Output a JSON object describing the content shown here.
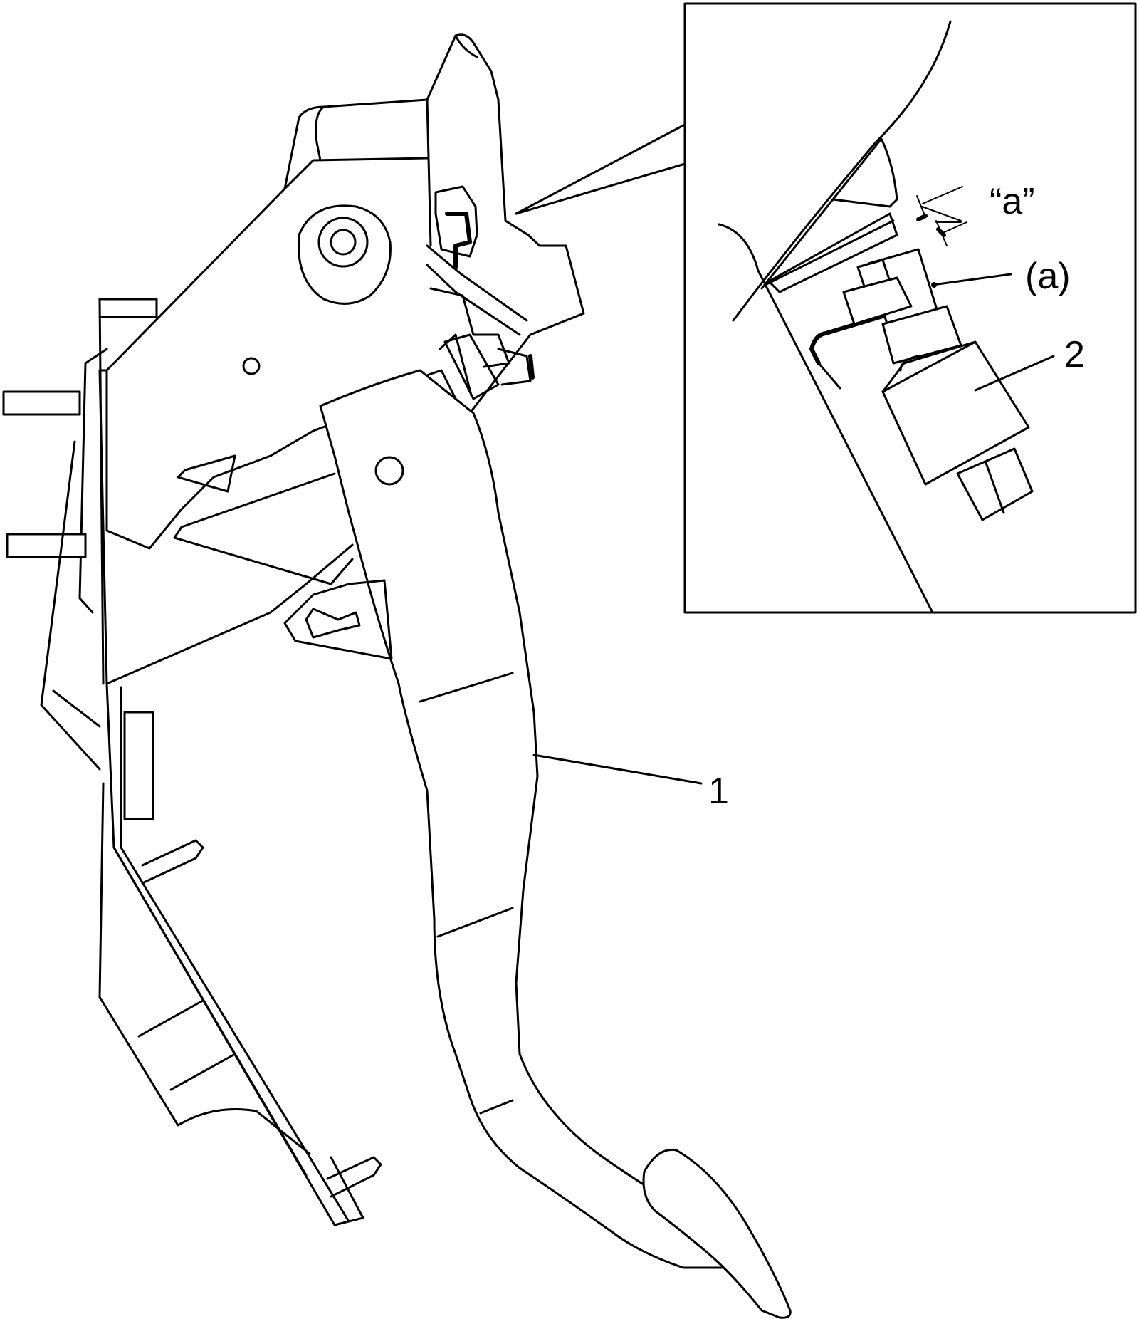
{
  "diagram": {
    "callouts": {
      "part1": "1",
      "part2": "2",
      "point_a": "(a)",
      "gap_a": "“a”"
    }
  }
}
